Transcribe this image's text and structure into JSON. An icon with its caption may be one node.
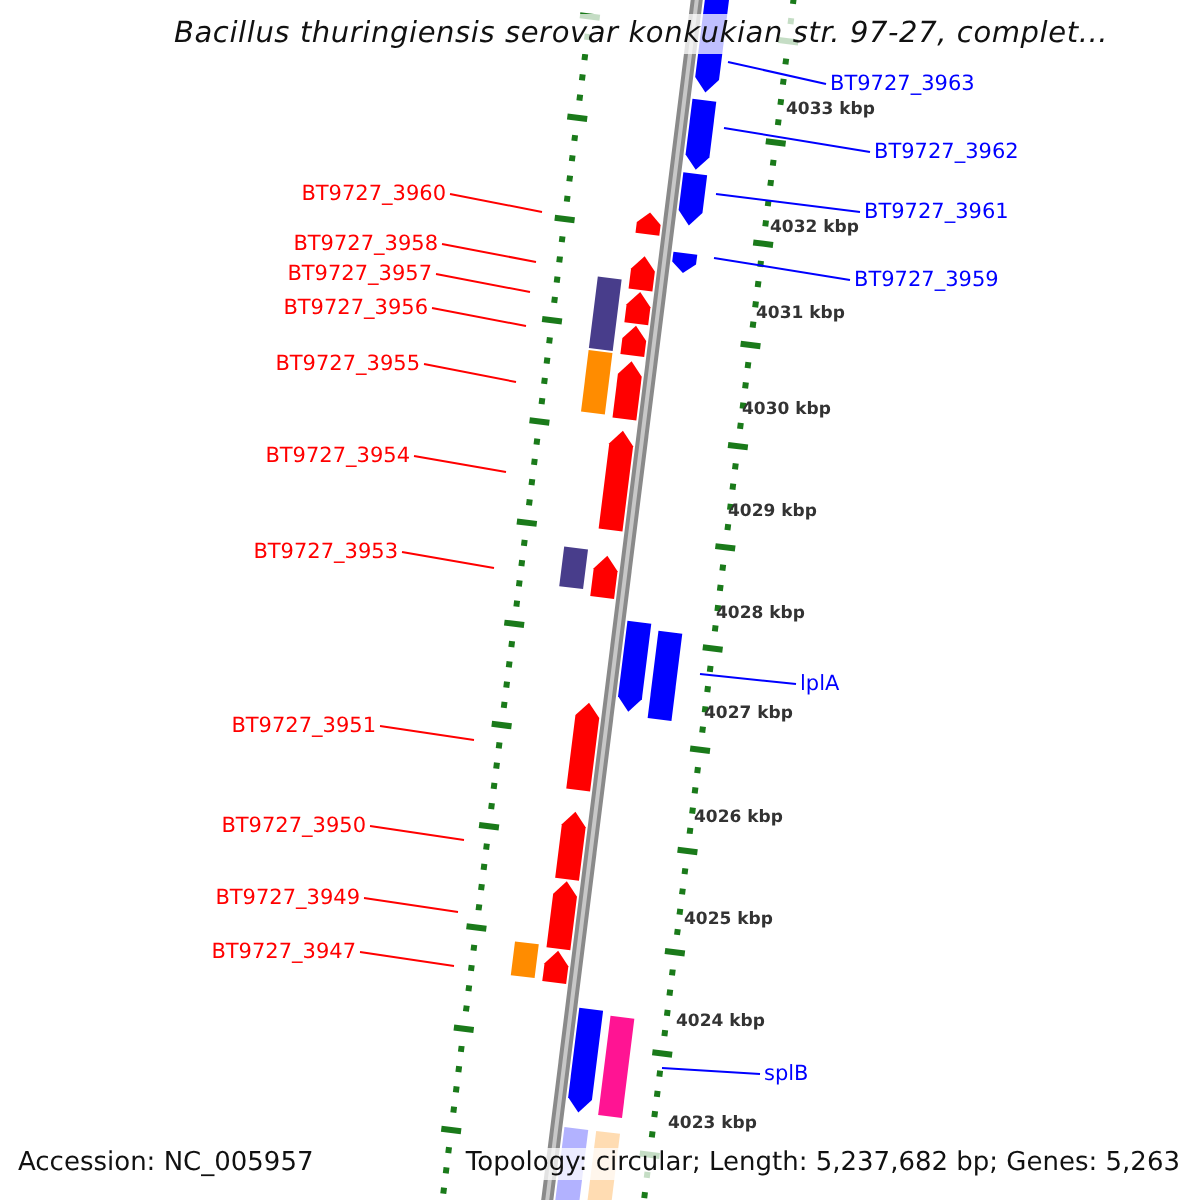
{
  "diagram": {
    "title": "Bacillus thuringiensis serovar konkukian str. 97-27, complet...",
    "nodes": [
      {
        "text": [
          "BT9727_3963"
        ]
      },
      {
        "text": [
          "BT9727_3962"
        ]
      },
      {
        "text": [
          "BT9727_3960"
        ]
      },
      {
        "text": [
          "BT9727_3961"
        ]
      },
      {
        "text": [
          "BT9727_3958"
        ]
      },
      {
        "text": [
          "BT9727_3957"
        ]
      },
      {
        "text": [
          "BT9727_3959"
        ]
      },
      {
        "text": [
          "BT9727_3956"
        ]
      },
      {
        "text": [
          "BT9727_3955"
        ]
      },
      {
        "text": [
          "BT9727_3954"
        ]
      },
      {
        "text": [
          "BT9727_3953"
        ]
      },
      {
        "text": [
          "lplA"
        ]
      },
      {
        "text": [
          "BT9727_3951"
        ]
      },
      {
        "text": [
          "BT9727_3950"
        ]
      },
      {
        "text": [
          "BT9727_3949"
        ]
      },
      {
        "text": [
          "BT9727_3947"
        ]
      },
      {
        "text": [
          "splB"
        ]
      }
    ],
    "edges": [
      {
        "from": 0,
        "to": null,
        "arrow": "none",
        "color": "#0000ff"
      },
      {
        "from": 1,
        "to": null,
        "arrow": "none",
        "color": "#0000ff"
      },
      {
        "from": 2,
        "to": null,
        "arrow": "none"
      },
      {
        "from": 3,
        "to": null,
        "arrow": "none",
        "color": "#0000ff"
      },
      {
        "from": 4,
        "to": null,
        "arrow": "none"
      },
      {
        "from": 5,
        "to": null,
        "arrow": "none"
      },
      {
        "from": 6,
        "to": null,
        "arrow": "none",
        "color": "#0000ff"
      },
      {
        "from": 7,
        "to": null,
        "arrow": "none"
      },
      {
        "from": 8,
        "to": null,
        "arrow": "none"
      },
      {
        "from": 9,
        "to": null,
        "arrow": "none"
      },
      {
        "from": 10,
        "to": null,
        "arrow": "none"
      },
      {
        "from": 11,
        "to": null,
        "arrow": "none",
        "color": "#0000ff"
      },
      {
        "from": 12,
        "to": null,
        "arrow": "none"
      },
      {
        "from": 13,
        "to": null,
        "arrow": "none"
      },
      {
        "from": 14,
        "to": null,
        "arrow": "none"
      },
      {
        "from": 15,
        "to": null,
        "arrow": "none"
      },
      {
        "from": 16,
        "to": null,
        "arrow": "none",
        "color": "#0000ff"
      }
    ],
    "labels": [
      "4033 kbp",
      "4032 kbp",
      "4031 kbp",
      "4030 kbp",
      "4029 kbp",
      "4028 kbp",
      "4027 kbp",
      "4026 kbp",
      "4025 kbp",
      "4024 kbp",
      "4023 kbp",
      "Accession: NC_005957",
      "Topology: circular; Length: 5,237,682 bp; Genes: 5,263"
    ]
  }
}
